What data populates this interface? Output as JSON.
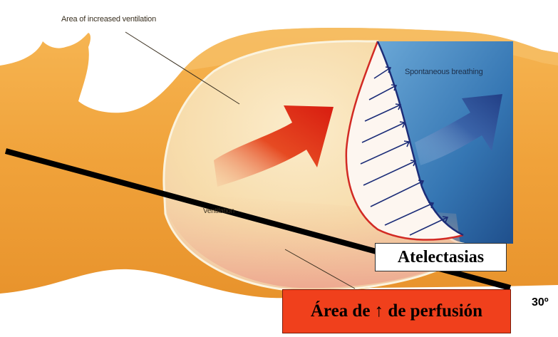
{
  "labels": {
    "increased_ventilation": "Area of increased ventilation",
    "spontaneous_breathing": "Spontaneous breathing",
    "ventilation": "Ventilation"
  },
  "annotations": {
    "atelectasias": "Atelectasias",
    "perfusion_area": "Área de ↑ de perfusión",
    "angle": "30º"
  },
  "colors": {
    "body": "#f0a63c",
    "lung_fill": "#f8e2b4",
    "diaphragm_region": "#3f7fb8",
    "ventilation_arrow": "#e02a12",
    "breathing_arrow": "#2a4f95",
    "perfusion_box": "#f0401c"
  }
}
